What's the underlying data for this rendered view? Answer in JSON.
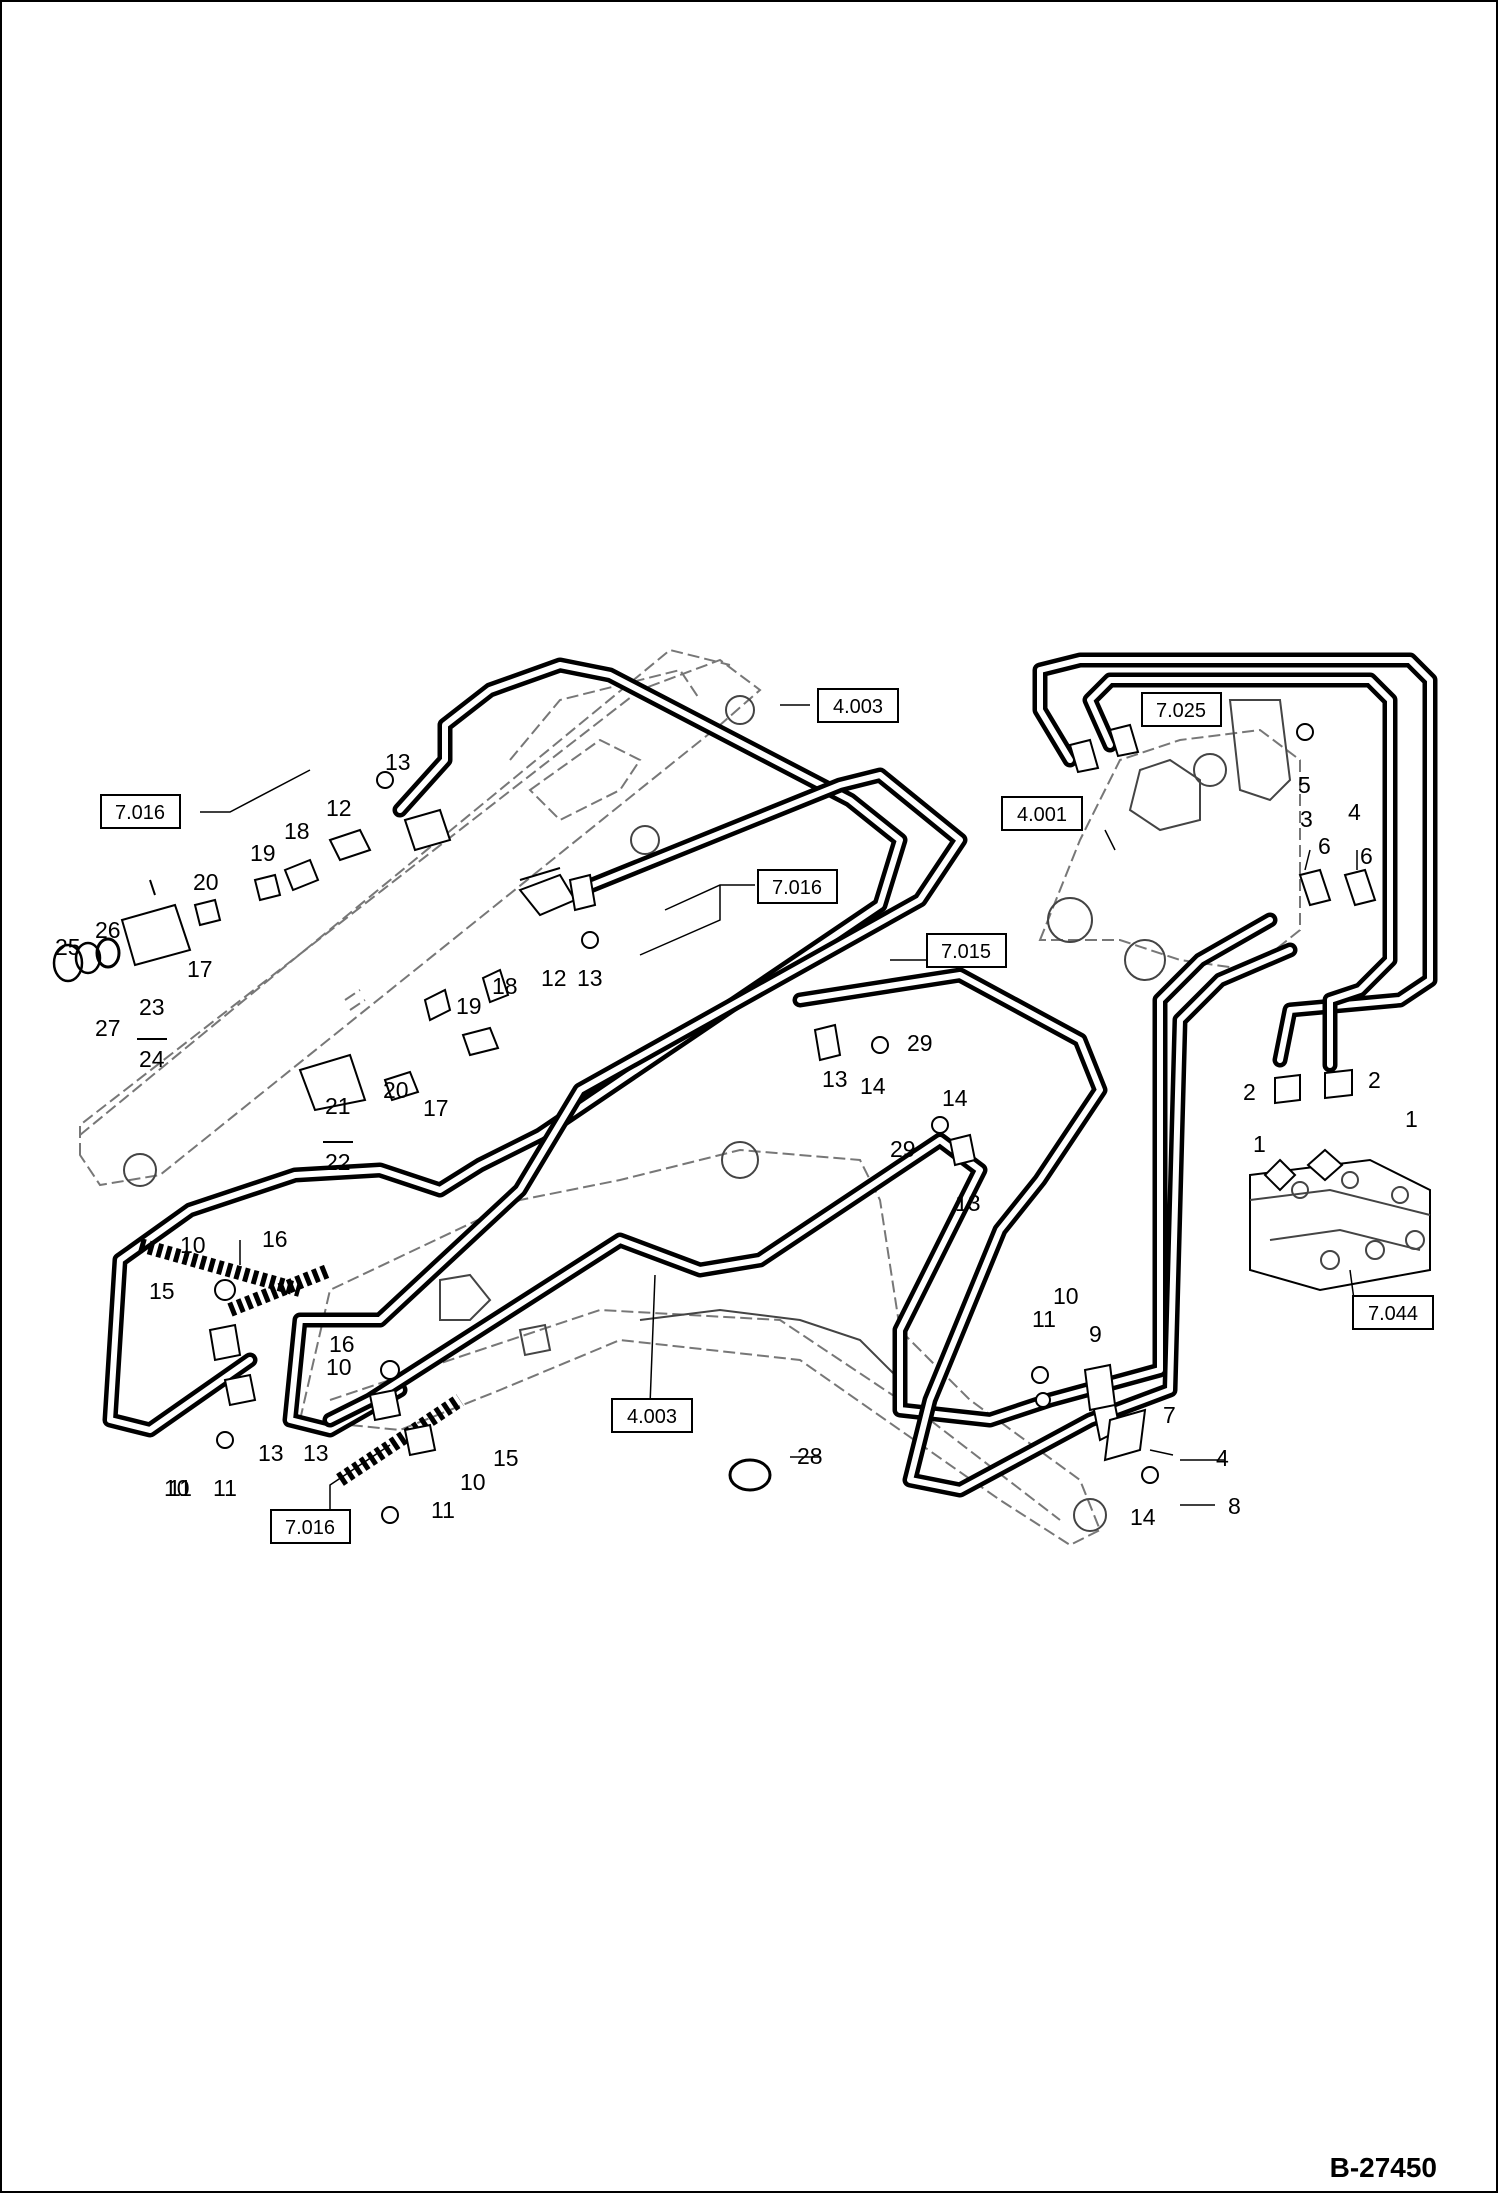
{
  "drawing": {
    "code": "B-27450",
    "callouts": [
      "1",
      "1",
      "2",
      "2",
      "3",
      "4",
      "4",
      "5",
      "6",
      "6",
      "7",
      "8",
      "9",
      "10",
      "10",
      "10",
      "10",
      "10",
      "11",
      "11",
      "11",
      "11",
      "12",
      "12",
      "13",
      "13",
      "13",
      "13",
      "13",
      "13",
      "14",
      "14",
      "14",
      "15",
      "15",
      "16",
      "16",
      "17",
      "17",
      "18",
      "18",
      "19",
      "19",
      "20",
      "20",
      "21",
      "22",
      "23",
      "24",
      "25",
      "26",
      "27",
      "28",
      "29",
      "29"
    ],
    "references": [
      "7.016",
      "7.016",
      "7.016",
      "4.003",
      "4.003",
      "4.001",
      "7.025",
      "7.015",
      "7.044"
    ]
  }
}
